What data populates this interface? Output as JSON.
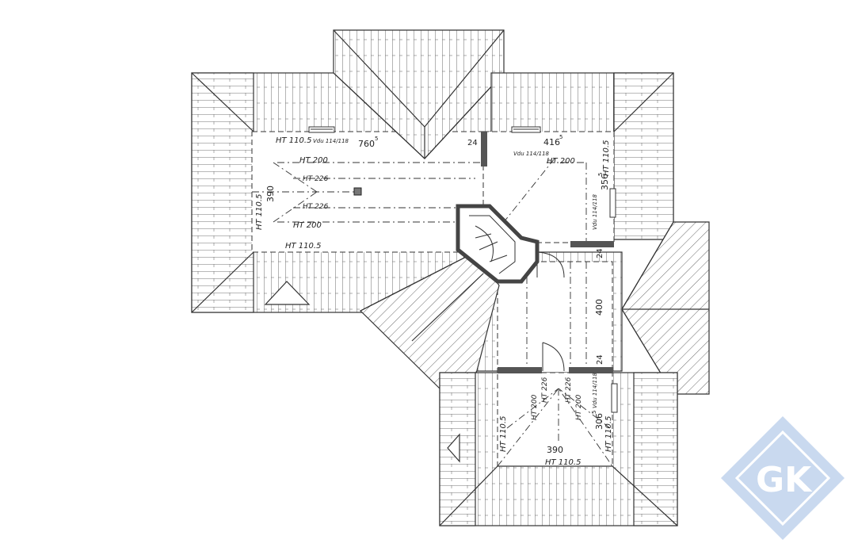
{
  "plan": {
    "ht_labels": [
      "HT 110.5",
      "HT 200",
      "HT 226"
    ],
    "window_label": "Vdu 114/118",
    "dimensions": {
      "main_width": "760",
      "main_width_sup": "5",
      "right_width": "416",
      "right_width_sup": "5",
      "main_depth": "390",
      "right_depth": "356",
      "right_depth_sup": "5",
      "wall": "24",
      "middle": "400",
      "lower_depth": "306",
      "lower_depth_sup": "5",
      "lower_width": "390"
    }
  },
  "logo": {
    "text": "GK",
    "color": "#c9d9ef"
  }
}
